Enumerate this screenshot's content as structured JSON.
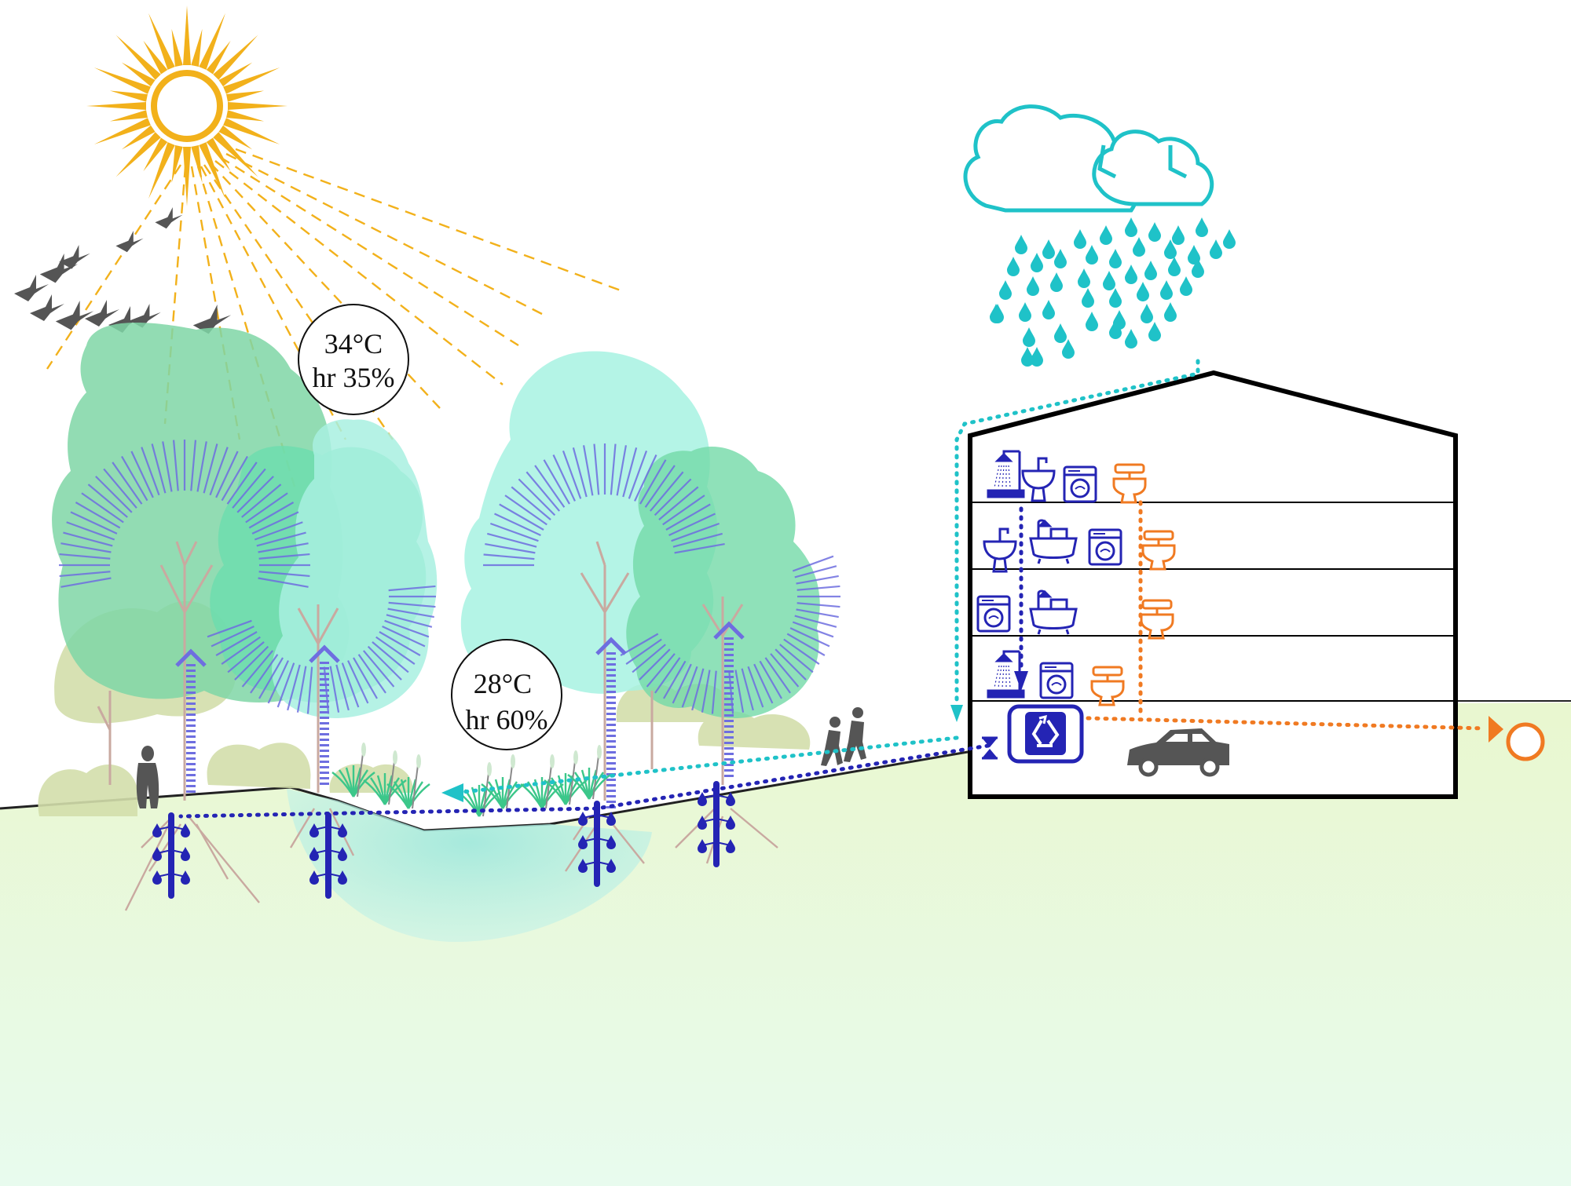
{
  "labels": {
    "hot": {
      "temp": "34°C",
      "humidity": "hr 35%"
    },
    "cool": {
      "temp": "28°C",
      "humidity": "hr 60%"
    }
  },
  "colors": {
    "sun": "#F2B11B",
    "rain": "#1FC2C8",
    "greywater": "#2424B4",
    "blackwater": "#F07A22",
    "ground": "#EAF8D6",
    "tree_green": "#7FD6A6",
    "tree_aqua": "#9DEEDC",
    "shrub": "#D5DFB0",
    "building": "#000000",
    "silhouette": "#555555"
  },
  "icons": [
    "sun-icon",
    "birds-icon",
    "cloud-icon",
    "rain-icon",
    "shower-icon",
    "sink-icon",
    "washing-machine-icon",
    "toilet-icon",
    "bathtub-icon",
    "recycle-icon",
    "valve-icon",
    "car-icon",
    "person-icon",
    "arrow-icon",
    "outlet-circle-icon"
  ]
}
